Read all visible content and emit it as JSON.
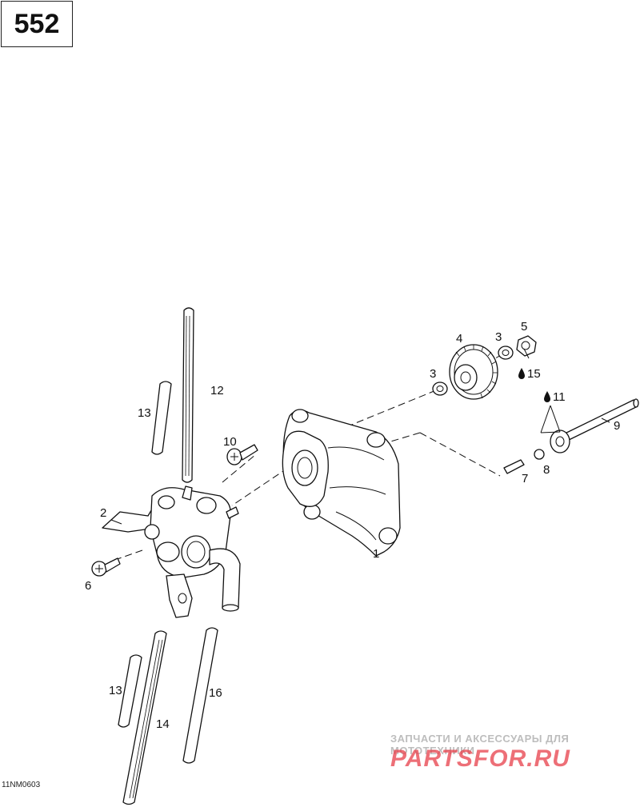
{
  "page_number": "552",
  "drawing_code": "11NM0603",
  "watermark": {
    "caption": "ЗАПЧАСТИ И АКСЕССУАРЫ ДЛЯ МОТОТЕХНИКИ",
    "logo_text": "PARTSFOR.RU"
  },
  "callouts": {
    "c1": "1",
    "c2": "2",
    "c3a": "3",
    "c3b": "3",
    "c4": "4",
    "c5": "5",
    "c6": "6",
    "c7": "7",
    "c8": "8",
    "c9": "9",
    "c10": "10",
    "c11": "11",
    "c12": "12",
    "c13a": "13",
    "c13b": "13",
    "c14": "14",
    "c15": "15",
    "c16": "16"
  },
  "colors": {
    "line": "#111111",
    "watermark_grey": "#bdbdbd",
    "watermark_red": "#e8404a"
  }
}
